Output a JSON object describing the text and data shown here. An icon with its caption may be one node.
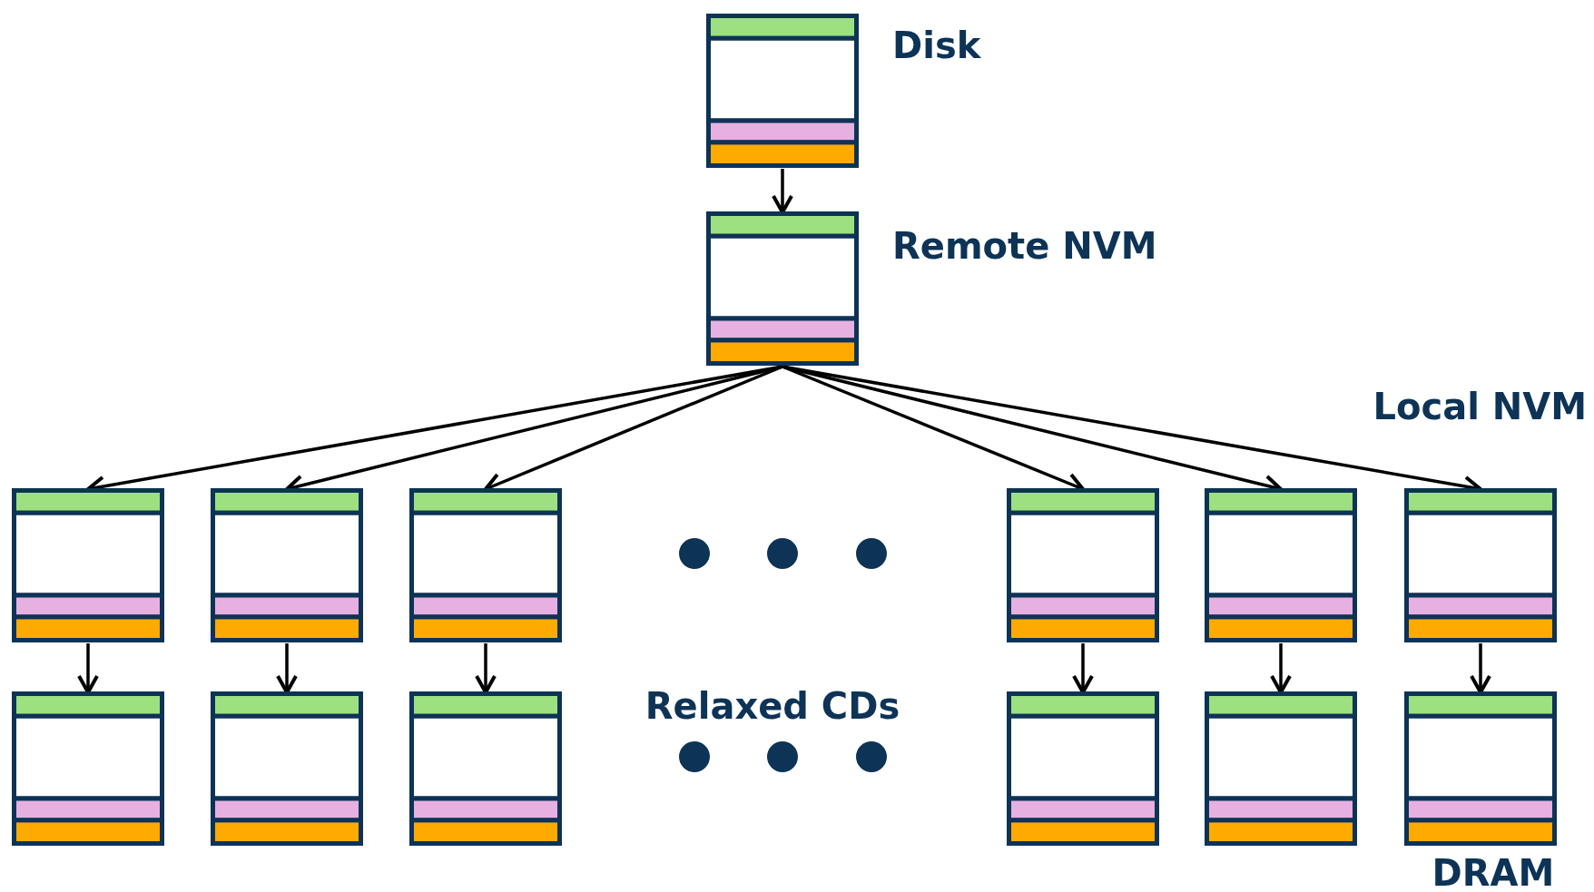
{
  "diagram": {
    "nodes": [
      {
        "text": [],
        "shape": "box",
        "beside": [
          "Disk"
        ]
      },
      {
        "text": [],
        "shape": "box",
        "beside": [
          "Remote NVM"
        ]
      },
      {
        "text": [],
        "shape": "box"
      },
      {
        "text": [],
        "shape": "box"
      },
      {
        "text": [],
        "shape": "box"
      },
      {
        "text": [],
        "shape": "box"
      },
      {
        "text": [],
        "shape": "box"
      },
      {
        "text": [],
        "shape": "box"
      },
      {
        "text": [],
        "shape": "box"
      },
      {
        "text": [],
        "shape": "box"
      },
      {
        "text": [],
        "shape": "box"
      },
      {
        "text": [],
        "shape": "box"
      },
      {
        "text": [],
        "shape": "box"
      },
      {
        "text": [],
        "shape": "box"
      }
    ],
    "edges": [
      {
        "from": 0,
        "to": 1,
        "arrow": "to"
      },
      {
        "from": 1,
        "to": 2,
        "arrow": "to"
      },
      {
        "from": 1,
        "to": 3,
        "arrow": "to"
      },
      {
        "from": 1,
        "to": 4,
        "arrow": "to"
      },
      {
        "from": 1,
        "to": 5,
        "arrow": "to"
      },
      {
        "from": 1,
        "to": 6,
        "arrow": "to"
      },
      {
        "from": 1,
        "to": 7,
        "arrow": "to"
      },
      {
        "from": 2,
        "to": 8,
        "arrow": "to"
      },
      {
        "from": 3,
        "to": 9,
        "arrow": "to"
      },
      {
        "from": 4,
        "to": 10,
        "arrow": "to"
      },
      {
        "from": 5,
        "to": 11,
        "arrow": "to"
      },
      {
        "from": 6,
        "to": 12,
        "arrow": "to"
      },
      {
        "from": 7,
        "to": 13,
        "arrow": "to"
      }
    ],
    "labels": [
      "Local NVM",
      "Relaxed CDs",
      "DRAM"
    ]
  }
}
